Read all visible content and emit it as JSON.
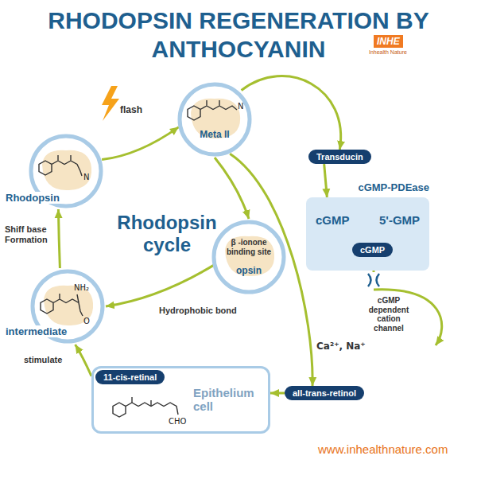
{
  "diagram": {
    "title": "RHODOPSIN REGENERATION BY ANTHOCYANIN",
    "nodes": [
      {
        "text": [
          "Rhodopsin"
        ]
      },
      {
        "text": [
          "Meta II"
        ]
      },
      {
        "text": [
          "β -ionone binding site",
          "opsin"
        ]
      },
      {
        "text": [
          "intermediate"
        ]
      },
      {
        "text": [
          "Epithelium cell"
        ]
      },
      {
        "text": [
          "11-cis-retinal"
        ],
        "in": 4
      },
      {
        "text": [
          "all-trans-retinol"
        ]
      },
      {
        "text": [
          "Transducin"
        ]
      },
      {
        "text": [
          "cGMP-PDEase"
        ]
      },
      {
        "text": [
          "cGMP"
        ],
        "in": 8
      },
      {
        "text": [
          "5'-GMP"
        ],
        "in": 8
      },
      {
        "text": [
          "cGMP"
        ],
        "in": 8
      }
    ],
    "edges": [
      {
        "from": 0,
        "to": 1,
        "arrow": "to"
      },
      {
        "from": 1,
        "to": 2,
        "arrow": "to"
      },
      {
        "from": 2,
        "to": 3,
        "label": "Hydrophobic bond",
        "arrow": "to"
      },
      {
        "from": 3,
        "to": 0,
        "label": "Shiff base Formation",
        "arrow": "to"
      },
      {
        "from": 1,
        "to": 7,
        "arrow": "to"
      },
      {
        "from": 7,
        "to": 8,
        "arrow": "to"
      },
      {
        "from": 9,
        "to": 10,
        "arrow": "to"
      },
      {
        "from": 11,
        "to": 9,
        "arrow": "to"
      },
      {
        "from": 1,
        "to": 6,
        "arrow": "to"
      },
      {
        "from": 6,
        "to": 4,
        "arrow": "to"
      },
      {
        "from": 4,
        "to": 3,
        "label": "stimulate",
        "arrow": "to"
      }
    ],
    "labels": [
      "INHE",
      "Inhealth Nature",
      "flash",
      "N",
      "N",
      "Rhodopsin cycle",
      "NH₂",
      "O",
      "CHO",
      "cGMP dependent cation channel",
      "Ca²⁺, Na⁺",
      "www.inhealthnature.com"
    ]
  }
}
